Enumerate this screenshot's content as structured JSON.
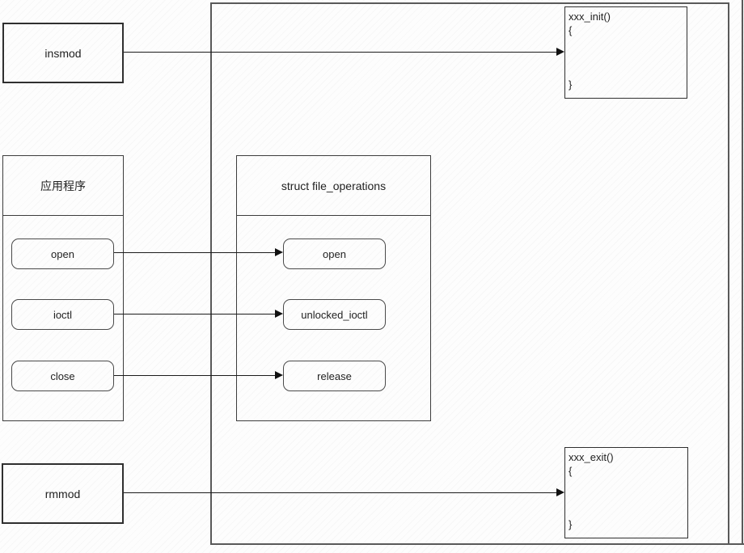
{
  "colors": {
    "box_line_dark": "#2f2f2f",
    "box_line_gray": "#595959",
    "arrow_line": "#1c1c1c",
    "background": "#fdfdfd"
  },
  "user_space": {
    "insmod_label": "insmod",
    "rmmod_label": "rmmod",
    "app": {
      "title": "应用程序",
      "calls": [
        "open",
        "ioctl",
        "close"
      ]
    }
  },
  "kernel_space": {
    "file_operations": {
      "title": "struct file_operations",
      "members": [
        "open",
        "unlocked_ioctl",
        "release"
      ]
    },
    "init_fn": {
      "signature": "xxx_init()",
      "open_brace": "{",
      "close_brace": "}"
    },
    "exit_fn": {
      "signature": "xxx_exit()",
      "open_brace": "{",
      "close_brace": "}"
    }
  }
}
